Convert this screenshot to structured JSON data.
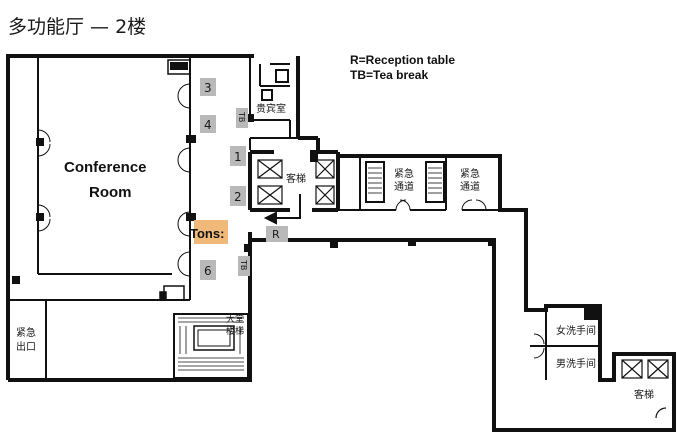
{
  "title": "多功能厅 — 2楼",
  "legend": {
    "reception": "R=Reception table",
    "tea_break": "TB=Tea break"
  },
  "conference_room": {
    "line1": "Conference",
    "line2": "Room"
  },
  "highlight_label": "Tons:",
  "booths": [
    "3",
    "4",
    "1",
    "2",
    "6"
  ],
  "markers": {
    "tb_top": "TB",
    "tb_bottom": "TB",
    "r": "R"
  },
  "rooms": {
    "vip": "贵宾室",
    "elevator_main": "客梯",
    "emergency_1": [
      "紧急",
      "通道"
    ],
    "emergency_2": [
      "紧急",
      "通道"
    ],
    "staircase": [
      "大堂",
      "楼梯"
    ],
    "exit": [
      "紧急",
      "出口"
    ],
    "womens": "女洗手间",
    "mens": "男洗手间",
    "elevator_right": "客梯"
  },
  "colors": {
    "wall": "#111111",
    "highlight": "#f0b97a",
    "booth": "#b9b9b9",
    "background": "#ffffff"
  }
}
